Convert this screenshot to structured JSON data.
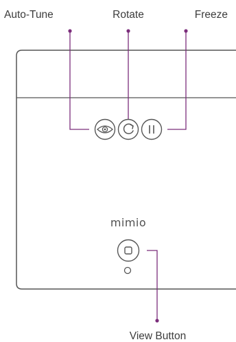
{
  "labels": {
    "auto_tune": "Auto-Tune",
    "rotate": "Rotate",
    "freeze": "Freeze",
    "view_button": "View Button"
  },
  "device": {
    "logo": "mimio"
  },
  "icons": {
    "auto_tune": "eye-icon",
    "rotate": "rotate-icon",
    "freeze": "pause-icon",
    "view": "square-stop-icon"
  },
  "colors": {
    "callout": "#7b2d7b",
    "outline": "#555555",
    "text": "#3c3c3c"
  }
}
